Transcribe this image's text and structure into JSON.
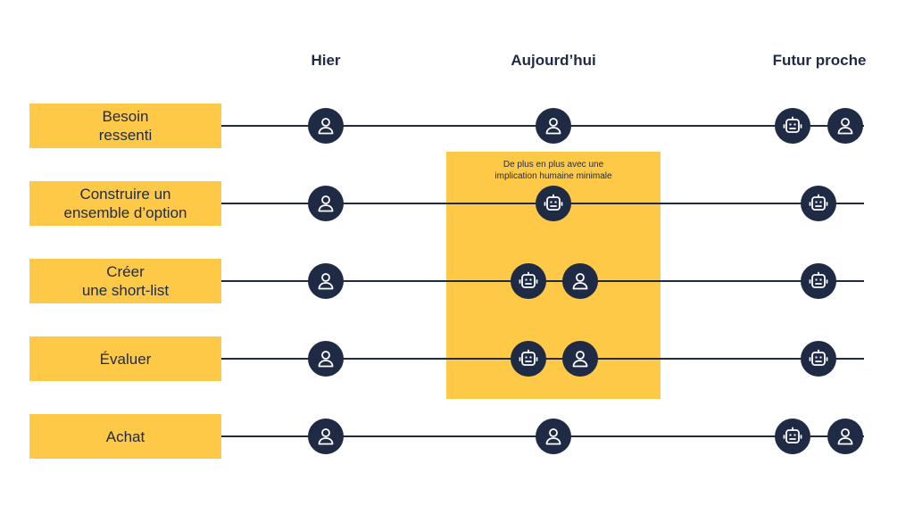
{
  "columns": [
    "Hier",
    "Aujourd’hui",
    "Futur proche"
  ],
  "rows": [
    "Besoin\nressenti",
    "Construire un\nensemble d’option",
    "Créer\nune short-list",
    "Évaluer",
    "Achat"
  ],
  "highlight_note": "De plus en plus avec une\nimplication humaine minimale",
  "icons": {
    "person": "person-icon",
    "robot": "robot-icon"
  },
  "colors": {
    "navy": "#1f2a44",
    "yellow": "#fdc947"
  }
}
